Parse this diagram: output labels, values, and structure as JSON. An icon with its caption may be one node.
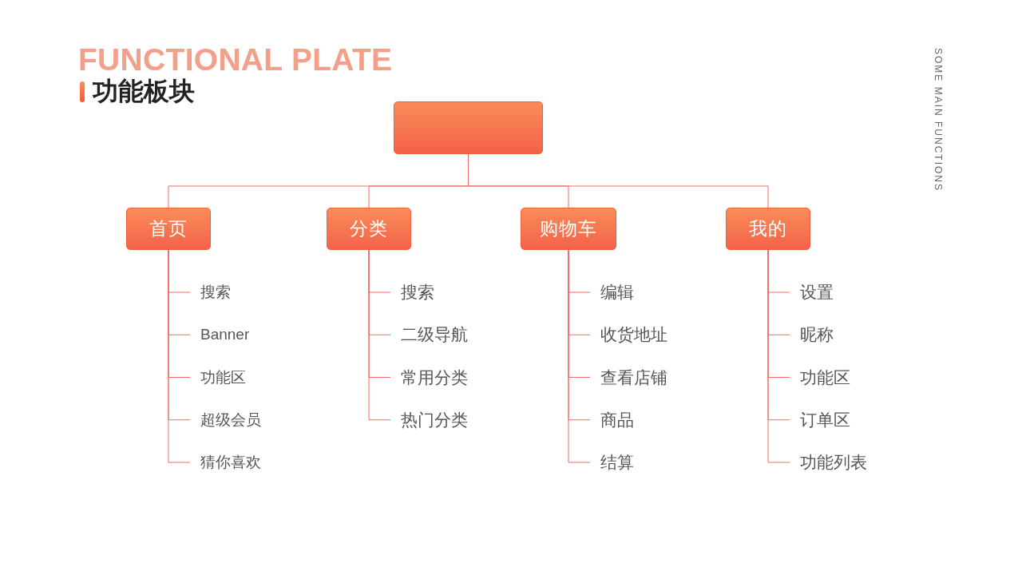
{
  "diagram": {
    "title": "功能板块",
    "nodes": [
      {
        "text": [],
        "shape": "box"
      },
      {
        "text": [
          "首页"
        ]
      },
      {
        "text": [
          "分类"
        ]
      },
      {
        "text": [
          "购物车"
        ]
      },
      {
        "text": [
          "我的"
        ]
      },
      {
        "text": [
          "搜索"
        ]
      },
      {
        "text": [
          "Banner"
        ]
      },
      {
        "text": [
          "功能区"
        ]
      },
      {
        "text": [
          "超级会员"
        ]
      },
      {
        "text": [
          "猜你喜欢"
        ]
      },
      {
        "text": [
          "搜索"
        ]
      },
      {
        "text": [
          "二级导航"
        ]
      },
      {
        "text": [
          "常用分类"
        ]
      },
      {
        "text": [
          "热门分类"
        ]
      },
      {
        "text": [
          "编辑"
        ]
      },
      {
        "text": [
          "收货地址"
        ]
      },
      {
        "text": [
          "查看店铺"
        ]
      },
      {
        "text": [
          "商品"
        ]
      },
      {
        "text": [
          "结算"
        ]
      },
      {
        "text": [
          "设置"
        ]
      },
      {
        "text": [
          "昵称"
        ]
      },
      {
        "text": [
          "功能区"
        ]
      },
      {
        "text": [
          "订单区"
        ]
      },
      {
        "text": [
          "功能列表"
        ]
      }
    ],
    "edges": [
      {
        "from": 0,
        "to": 1,
        "arrow": "none"
      },
      {
        "from": 0,
        "to": 2,
        "arrow": "none"
      },
      {
        "from": 0,
        "to": 3,
        "arrow": "none"
      },
      {
        "from": 0,
        "to": 4,
        "arrow": "none"
      },
      {
        "from": 1,
        "to": 5,
        "arrow": "none"
      },
      {
        "from": 1,
        "to": 6,
        "arrow": "none"
      },
      {
        "from": 1,
        "to": 7,
        "arrow": "none"
      },
      {
        "from": 1,
        "to": 8,
        "arrow": "none"
      },
      {
        "from": 1,
        "to": 9,
        "arrow": "none"
      },
      {
        "from": 2,
        "to": 10,
        "arrow": "none"
      },
      {
        "from": 2,
        "to": 11,
        "arrow": "none"
      },
      {
        "from": 2,
        "to": 12,
        "arrow": "none"
      },
      {
        "from": 2,
        "to": 13,
        "arrow": "none"
      },
      {
        "from": 3,
        "to": 14,
        "arrow": "none"
      },
      {
        "from": 3,
        "to": 15,
        "arrow": "none"
      },
      {
        "from": 3,
        "to": 16,
        "arrow": "none"
      },
      {
        "from": 3,
        "to": 17,
        "arrow": "none"
      },
      {
        "from": 3,
        "to": 18,
        "arrow": "none"
      },
      {
        "from": 4,
        "to": 19,
        "arrow": "none"
      },
      {
        "from": 4,
        "to": 20,
        "arrow": "none"
      },
      {
        "from": 4,
        "to": 21,
        "arrow": "none"
      },
      {
        "from": 4,
        "to": 22,
        "arrow": "none"
      },
      {
        "from": 4,
        "to": 23,
        "arrow": "none"
      }
    ],
    "labels": [
      "FUNCTIONAL PLATE",
      "SOME MAIN FUNCTIONS"
    ]
  }
}
